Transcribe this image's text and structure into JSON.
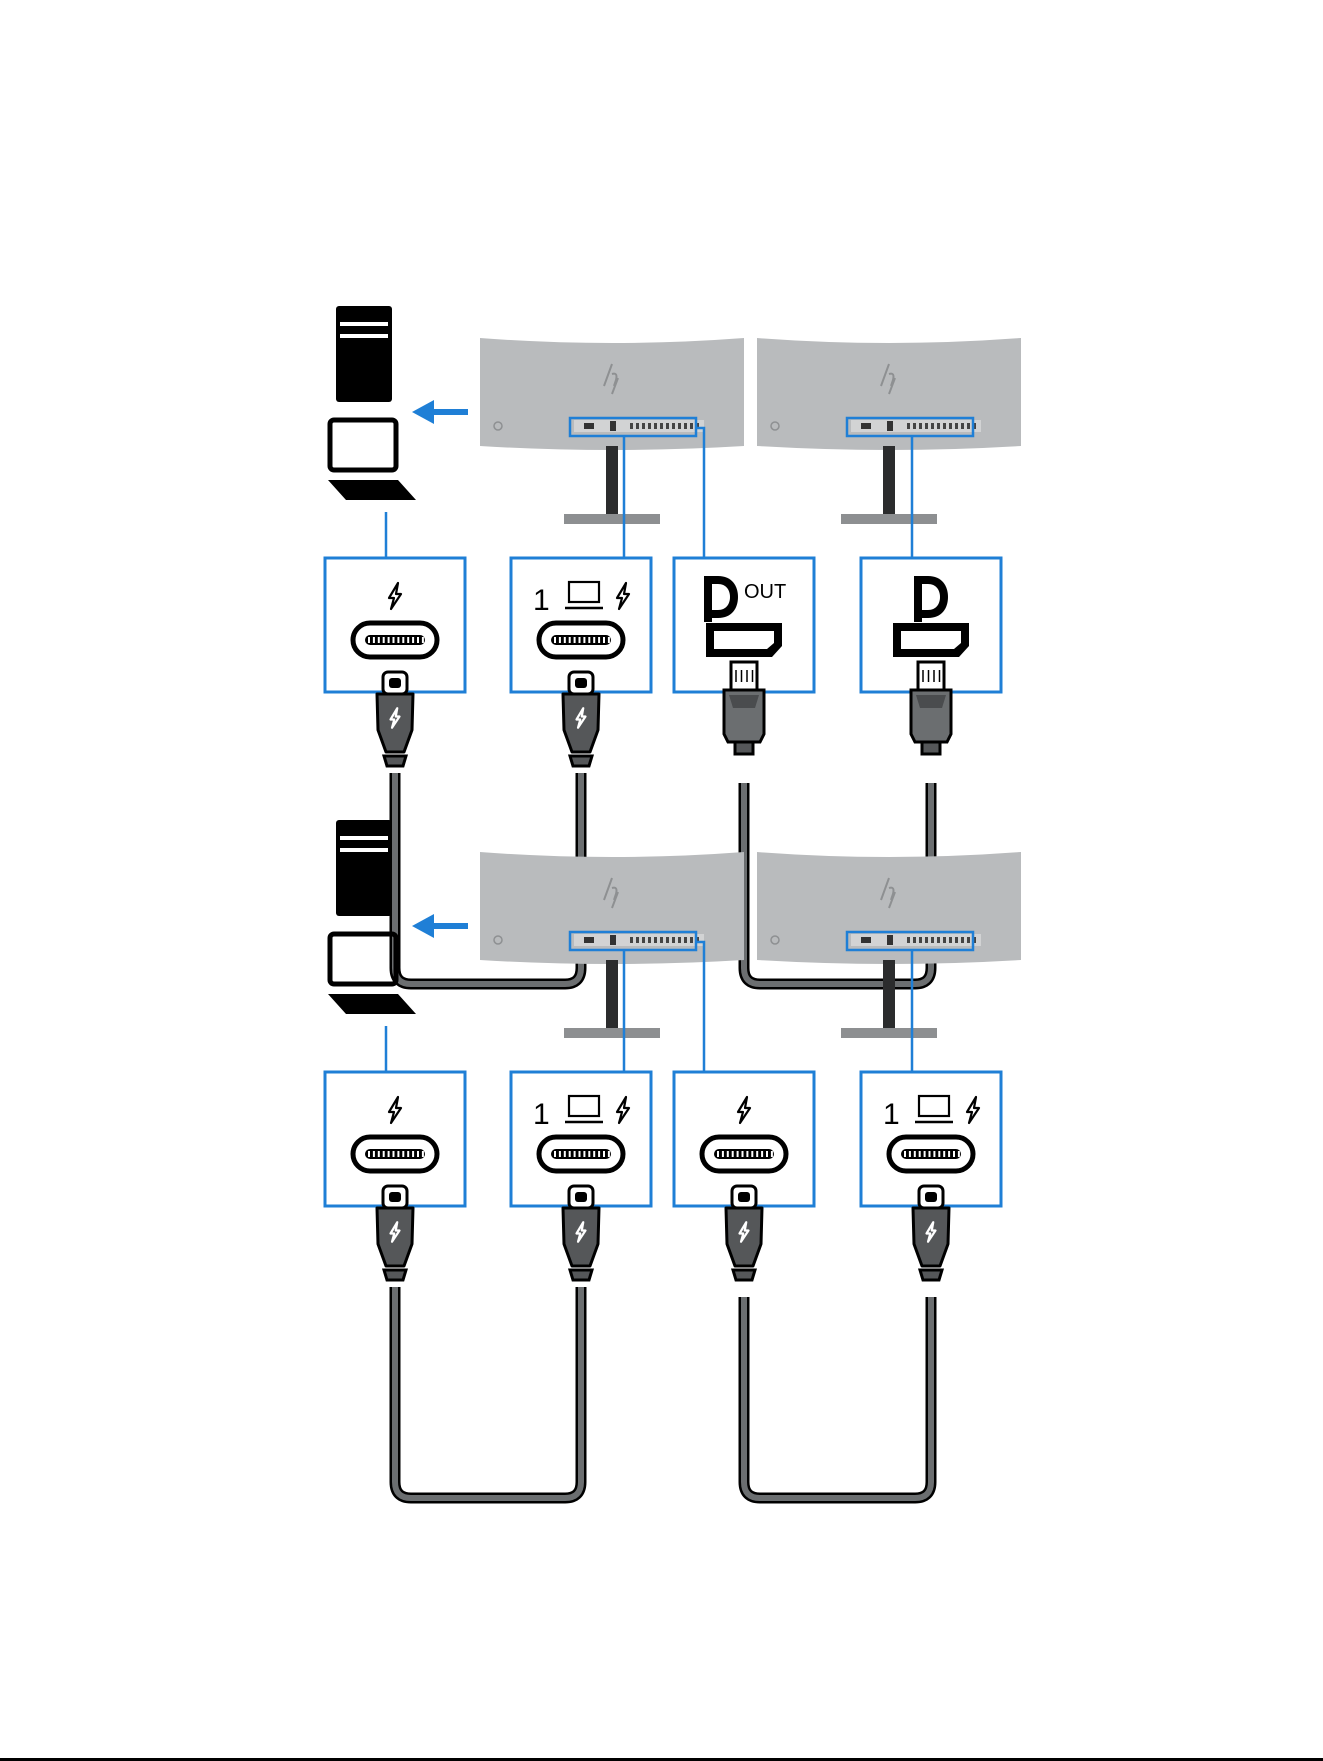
{
  "colors": {
    "accent": "#1f7fd6",
    "monitor": "#b9bbbd",
    "cable": "#6b6e70",
    "device": "#000000"
  },
  "icons": [
    "hp-logo-icon",
    "tower-pc-icon",
    "laptop-icon",
    "thunderbolt-icon",
    "displayport-icon",
    "usb-c-connector-icon",
    "displayport-plug-icon",
    "arrow-left-icon"
  ],
  "panels": {
    "top": {
      "ports": [
        {
          "type": "usb-c",
          "number": "",
          "laptop": false,
          "bolt": true,
          "dp_label": ""
        },
        {
          "type": "usb-c",
          "number": "1",
          "laptop": true,
          "bolt": true,
          "dp_label": ""
        },
        {
          "type": "dp",
          "number": "",
          "laptop": false,
          "bolt": false,
          "dp_label": "OUT"
        },
        {
          "type": "dp",
          "number": "",
          "laptop": false,
          "bolt": false,
          "dp_label": ""
        }
      ]
    },
    "bottom": {
      "ports": [
        {
          "type": "usb-c",
          "number": "",
          "laptop": false,
          "bolt": true,
          "dp_label": ""
        },
        {
          "type": "usb-c",
          "number": "1",
          "laptop": true,
          "bolt": true,
          "dp_label": ""
        },
        {
          "type": "usb-c",
          "number": "",
          "laptop": false,
          "bolt": true,
          "dp_label": ""
        },
        {
          "type": "usb-c",
          "number": "1",
          "laptop": true,
          "bolt": true,
          "dp_label": ""
        }
      ]
    }
  }
}
